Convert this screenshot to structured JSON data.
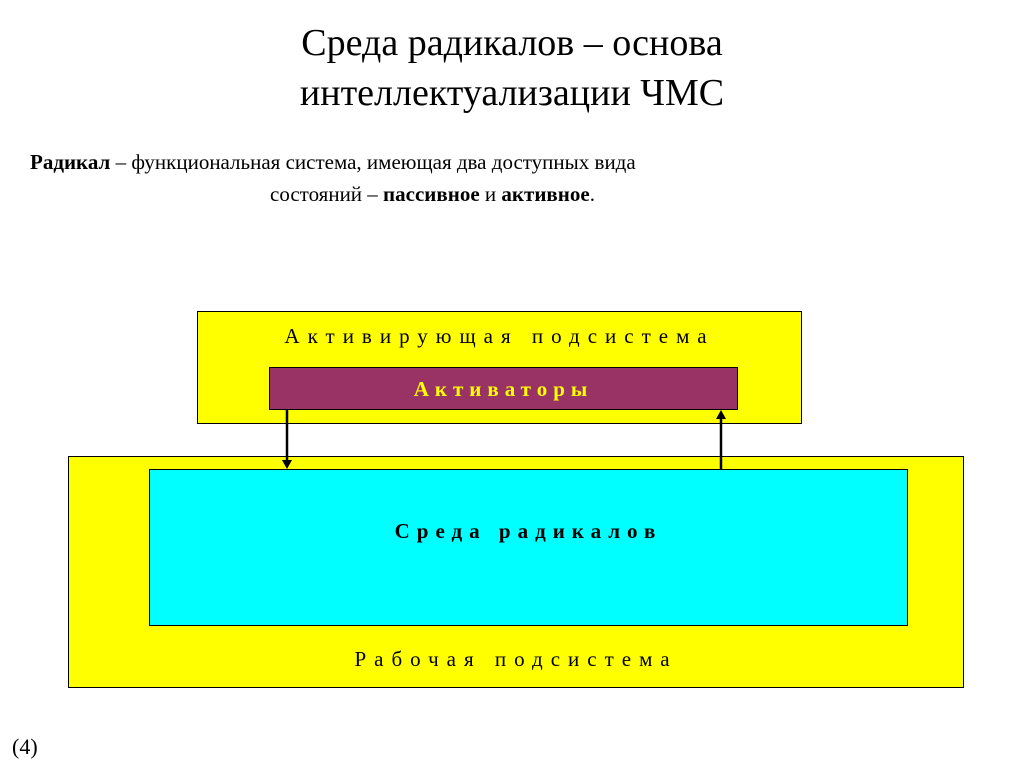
{
  "title": {
    "line1": "Среда радикалов – основа",
    "line2": "интеллектуализации  ЧМС"
  },
  "definition": {
    "term": "Радикал",
    "text1": " – функциональная система, имеющая два доступных вида",
    "text2": "состояний – ",
    "passive": "пассивное",
    "conj": " и ",
    "active": "активное",
    "end": "."
  },
  "diagram": {
    "activating_subsystem": "Активирующая подсистема",
    "activators": "Активаторы",
    "radical_environment": "Среда радикалов",
    "working_subsystem": "Рабочая подсистема"
  },
  "slide_number": "(4)",
  "colors": {
    "subsystem_fill": "#ffff00",
    "activators_fill": "#993366",
    "activators_text": "#ffff00",
    "environment_fill": "#00ffff"
  }
}
